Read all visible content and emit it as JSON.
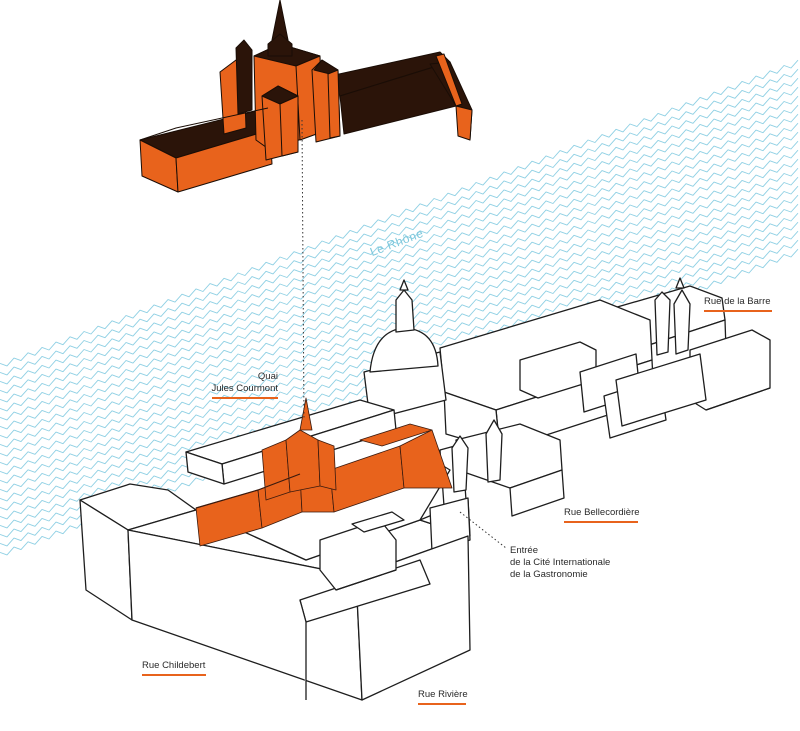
{
  "river": {
    "name": "Le Rhône"
  },
  "colors": {
    "highlight": "#e8631c",
    "highlight_dark": "#3a1a0e",
    "river_wave": "#8fd0e4",
    "river_text": "#7ec8dc",
    "outline": "#1e1e1e",
    "underline": "#e8631c"
  },
  "labels": {
    "quai": [
      "Quai",
      "Jules Courmont"
    ],
    "rue_barre": "Rue de la Barre",
    "rue_bellecordiere": "Rue Bellecordière",
    "entree": [
      "Entrée",
      "de la Cité Internationale",
      "de la Gastronomie"
    ],
    "rue_childebert": "Rue Childebert",
    "rue_riviere": "Rue Rivière"
  }
}
